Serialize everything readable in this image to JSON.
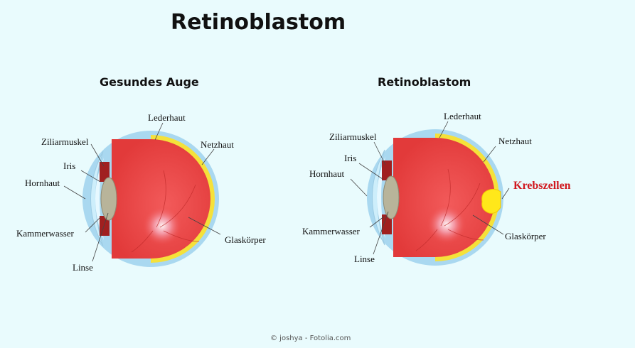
{
  "title": "Retinoblastom",
  "panels": [
    {
      "subtitle": "Gesundes Auge",
      "labels": {
        "lederhaut": "Lederhaut",
        "ziliarmuskel": "Ziliarmuskel",
        "netzhaut": "Netzhaut",
        "iris": "Iris",
        "hornhaut": "Hornhaut",
        "kammerwasser": "Kammerwasser",
        "glaskoerper": "Glaskörper",
        "linse": "Linse"
      }
    },
    {
      "subtitle": "Retinoblastom",
      "labels": {
        "lederhaut": "Lederhaut",
        "ziliarmuskel": "Ziliarmuskel",
        "netzhaut": "Netzhaut",
        "iris": "Iris",
        "hornhaut": "Hornhaut",
        "krebszellen": "Krebszellen",
        "kammerwasser": "Kammerwasser",
        "glaskoerper": "Glaskörper",
        "linse": "Linse"
      }
    }
  ],
  "credit": "© joshya - Fotolia.com",
  "colors": {
    "background": "#e9fbfd",
    "sclera": "#a9d8f0",
    "retina": "#f5e13a",
    "vitreous": "#ee4a4a",
    "lens": "#b8b49a",
    "tumor": "#ffe81a",
    "highlight_label": "#d0181e"
  }
}
